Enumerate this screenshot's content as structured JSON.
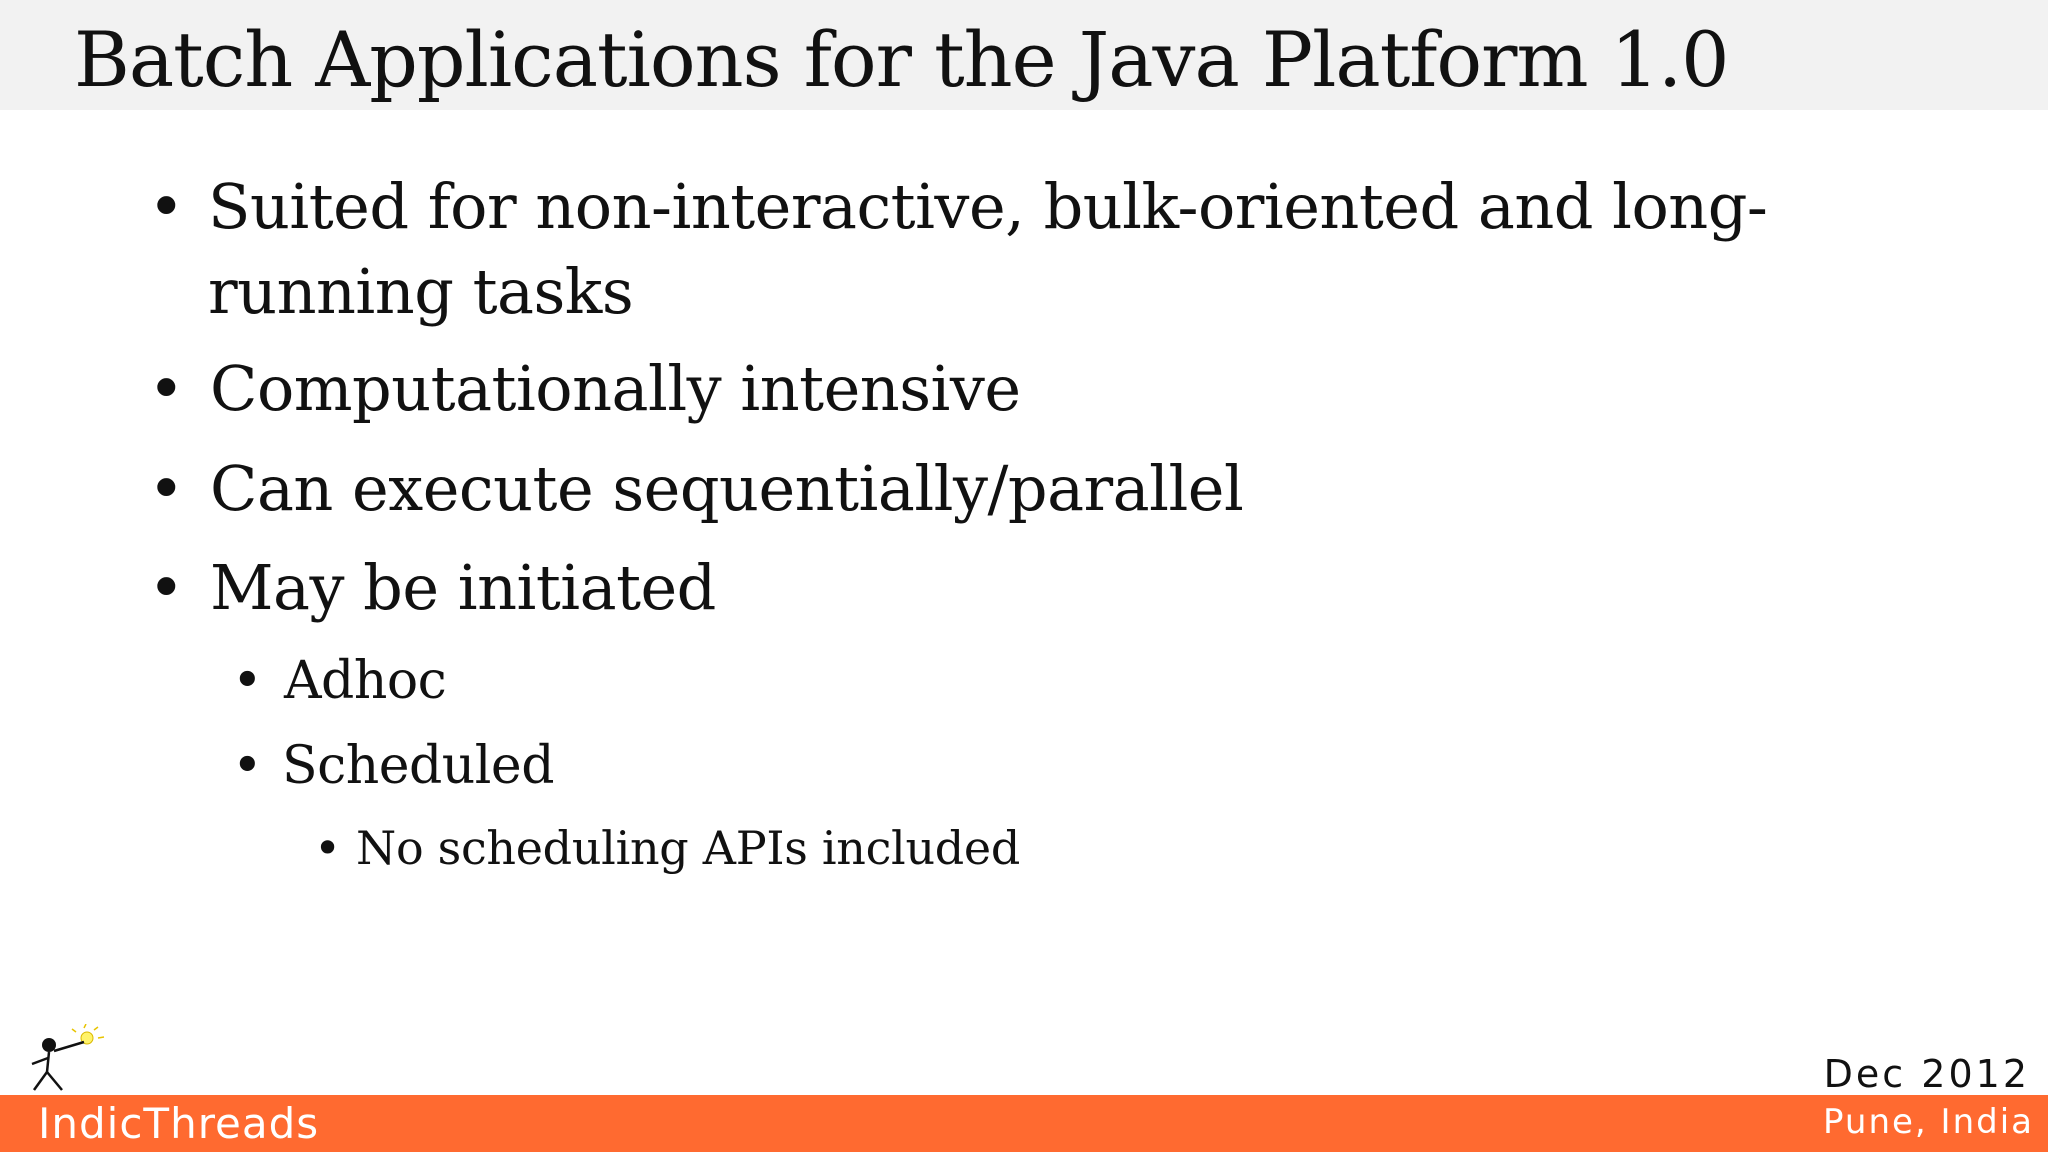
{
  "slide": {
    "title": "Batch Applications for the Java Platform 1.0",
    "bullets": [
      {
        "level": 1,
        "lines": [
          "Suited for non-interactive, bulk-oriented and long-",
          "running tasks"
        ]
      },
      {
        "level": 1,
        "lines": [
          "Computationally intensive"
        ]
      },
      {
        "level": 1,
        "lines": [
          "Can execute sequentially/parallel"
        ]
      },
      {
        "level": 1,
        "lines": [
          "May be initiated"
        ]
      },
      {
        "level": 2,
        "lines": [
          "Adhoc"
        ]
      },
      {
        "level": 2,
        "lines": [
          "Scheduled"
        ]
      },
      {
        "level": 3,
        "lines": [
          "No scheduling APIs included"
        ]
      }
    ],
    "bullet_glyph": "•"
  },
  "footer": {
    "brand": "IndicThreads",
    "date": "Dec 2012",
    "location": "Pune, India",
    "logo_icon": "stick-figure-lightbulb-icon",
    "bar_color": "#ff6a30"
  }
}
